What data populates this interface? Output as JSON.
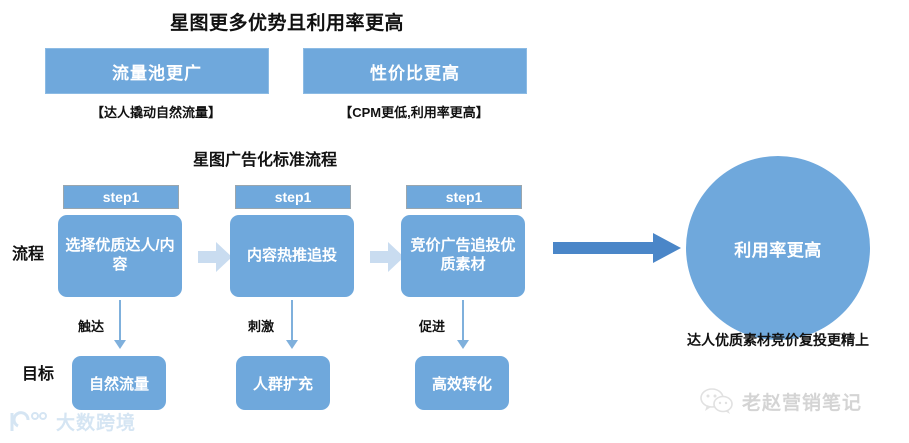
{
  "slide": {
    "title": "星图更多优势且利用率更高",
    "background": "#ffffff",
    "accent_blue": "#6FA8DC",
    "light_blue": "#C9DCF0",
    "arrow_blue": "#4A86C8"
  },
  "advantages": [
    {
      "label": "流量池更广",
      "caption": "【达人撬动自然流量】"
    },
    {
      "label": "性价比更高",
      "caption": "【CPM更低,利用率更高】"
    }
  ],
  "flow": {
    "title": "星图广告化标准流程",
    "process_row_label": "流程",
    "goal_row_label": "目标",
    "steps": [
      {
        "header": "step1",
        "body": "选择优质达人/内容",
        "connector_label": "触达",
        "goal": "自然流量"
      },
      {
        "header": "step1",
        "body": "内容热推追投",
        "connector_label": "刺激",
        "goal": "人群扩充"
      },
      {
        "header": "step1",
        "body": "竞价广告追投优质素材",
        "connector_label": "促进",
        "goal": "高效转化"
      }
    ]
  },
  "result": {
    "circle_label": "利用率更高",
    "caption": "达人优质素材竞价复投更精上"
  },
  "watermarks": {
    "bottom_right": {
      "text": "老赵营销笔记",
      "icon": "wechat-icon"
    },
    "bottom_left": {
      "text": "大数跨境",
      "icon": "dashu-logo-icon"
    }
  }
}
